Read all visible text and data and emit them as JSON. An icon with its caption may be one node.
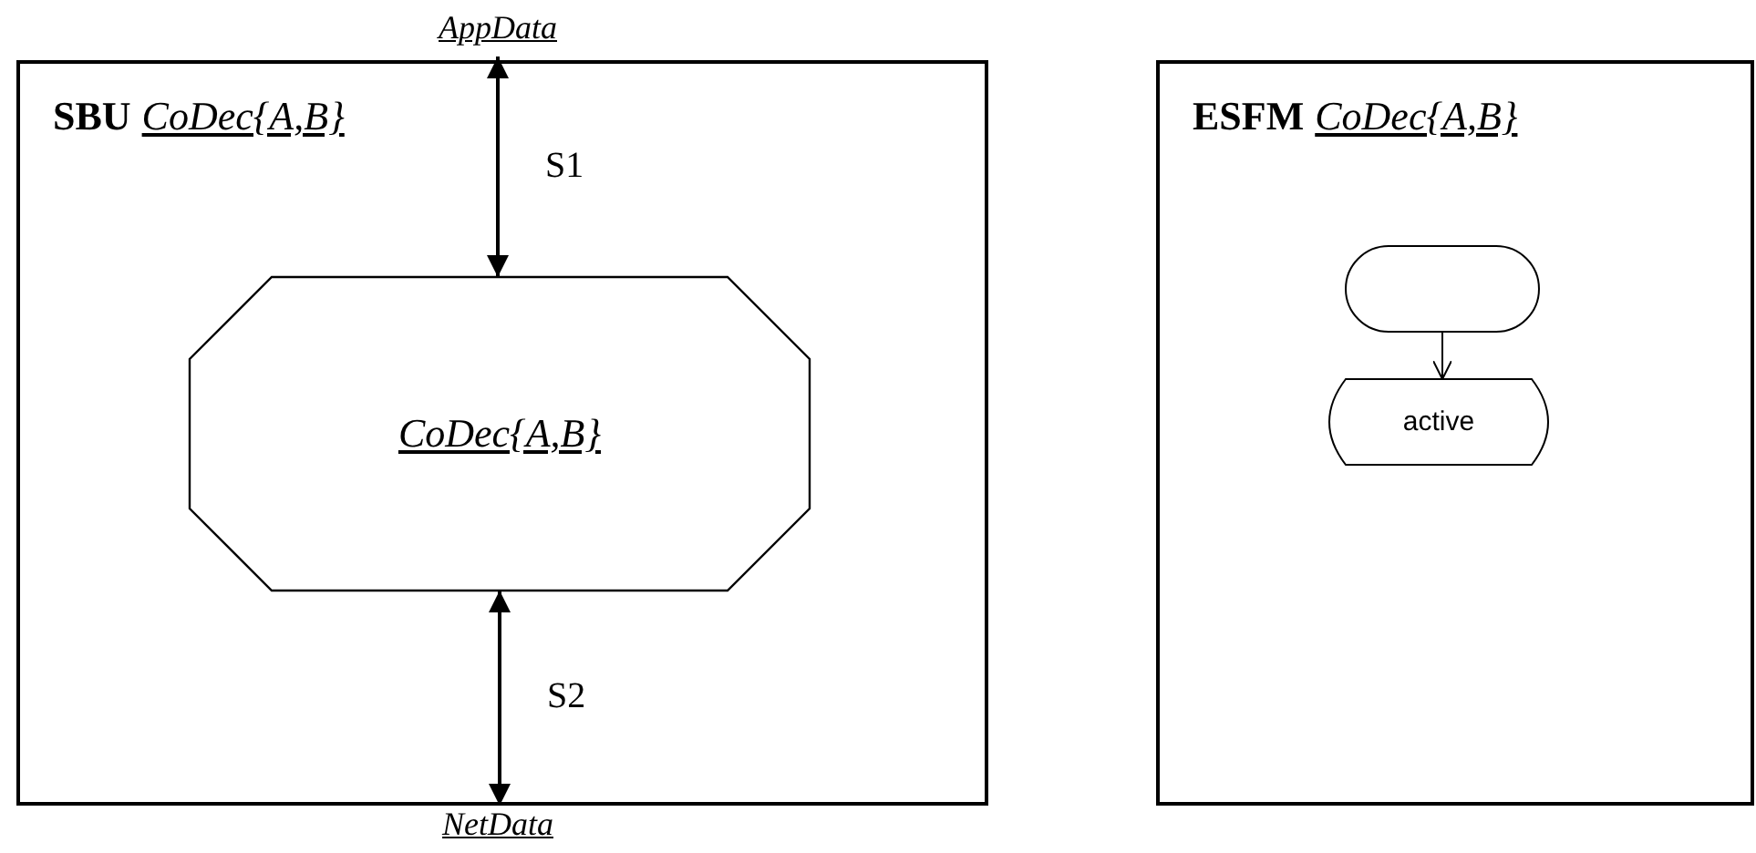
{
  "diagram": {
    "nodes": [
      {
        "text": [
          "SBU",
          "CoDec{A,B}"
        ]
      },
      {
        "text": [
          "AppData"
        ]
      },
      {
        "text": [
          "CoDec{A,B}"
        ],
        "in": 0
      },
      {
        "text": [
          "NetData"
        ]
      },
      {
        "text": [
          "ESFM",
          "CoDec{A,B}"
        ]
      },
      {
        "text": [],
        "shape": "box",
        "in": 4
      },
      {
        "text": [
          "active"
        ],
        "in": 4
      }
    ],
    "edges": [
      {
        "from": 1,
        "to": 2,
        "arrow": "both",
        "label": "S1"
      },
      {
        "from": 2,
        "to": 3,
        "arrow": "both",
        "label": "S2"
      },
      {
        "from": 5,
        "to": 6,
        "arrow": "to"
      }
    ]
  }
}
